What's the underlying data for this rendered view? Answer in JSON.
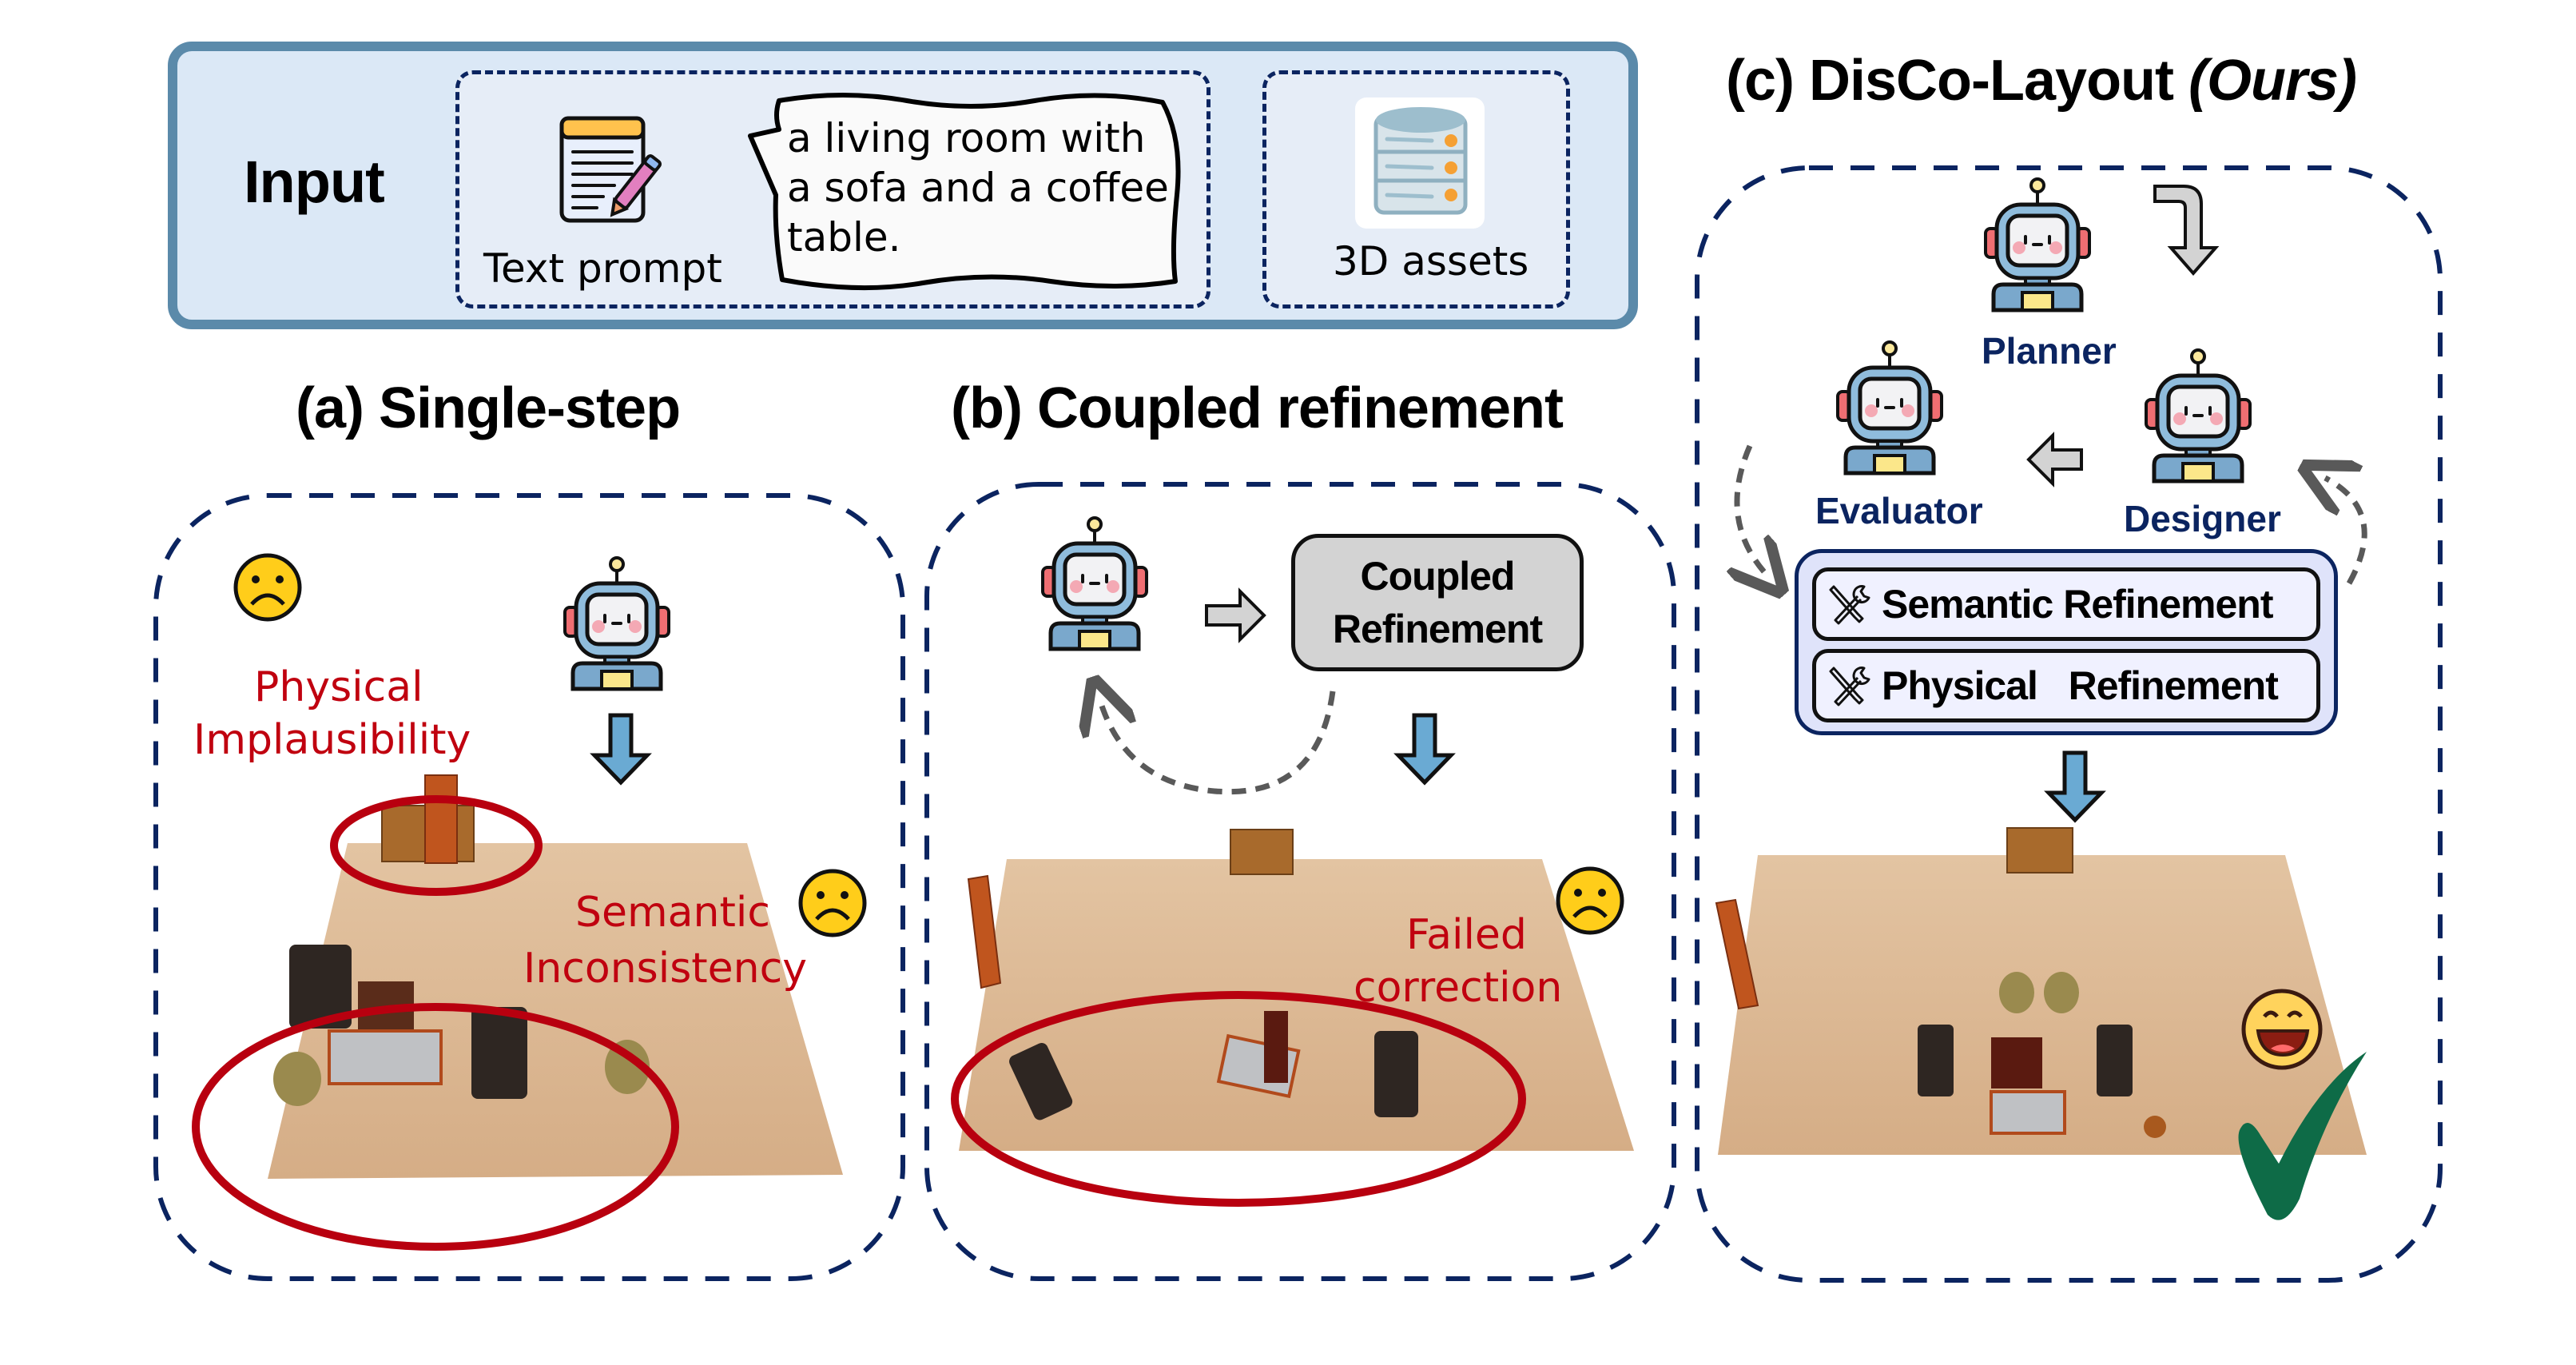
{
  "input": {
    "label": "Input",
    "text_prompt_caption": "Text prompt",
    "prompt_text": "a living room with a sofa and a coffee table.",
    "assets_caption": "3D  assets",
    "icons": [
      "notepad-pencil-icon",
      "database-icon"
    ]
  },
  "panels": {
    "a": {
      "title": "(a) Single-step",
      "annotations": [
        "Physical",
        "Implausibility",
        "Semantic",
        "Inconsistency"
      ],
      "emoji": [
        "sad-face-icon",
        "sad-face-icon"
      ]
    },
    "b": {
      "title": "(b) Coupled refinement",
      "box_line1": "Coupled",
      "box_line2": "Refinement",
      "annotations": [
        "Failed",
        "correction"
      ],
      "emoji": [
        "sad-face-icon"
      ]
    },
    "c": {
      "title": "(c) DisCo-Layout ",
      "title_italic": "(Ours)",
      "agents": [
        "Planner",
        "Designer",
        "Evaluator"
      ],
      "refinements": [
        "Semantic Refinement",
        "Physical   Refinement"
      ],
      "emoji": [
        "grin-face-icon",
        "checkmark-icon"
      ]
    }
  },
  "colors": {
    "navy": "#0b2460",
    "annotation_red": "#c0000f",
    "input_bg": "#dbe8f6",
    "input_border": "#5b8aaa",
    "arrow_blue": "#6aaad3",
    "floor": "#dcb690",
    "check_green": "#0e6b47"
  }
}
